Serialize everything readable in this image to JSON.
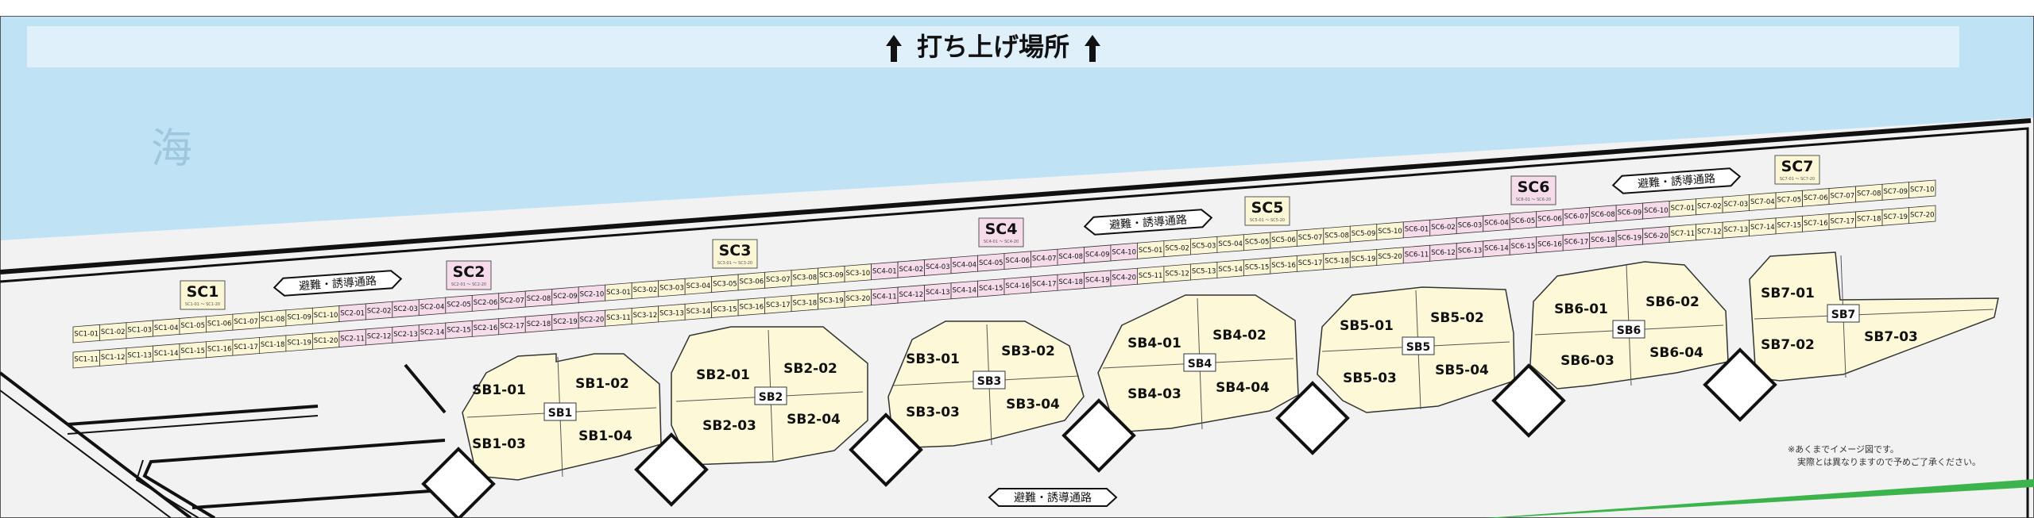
{
  "banner": {
    "title": "打ち上げ場所",
    "arrow": "up-arrow-icon"
  },
  "sea_label": "海",
  "sc_rows": {
    "row1": [
      "SC1-01",
      "SC1-02",
      "SC1-03",
      "SC1-04",
      "SC1-05",
      "SC1-06",
      "SC1-07",
      "SC1-08",
      "SC1-09",
      "SC1-10",
      "SC2-01",
      "SC2-02",
      "SC2-03",
      "SC2-04",
      "SC2-05",
      "SC2-06",
      "SC2-07",
      "SC2-08",
      "SC2-09",
      "SC2-10",
      "SC3-01",
      "SC3-02",
      "SC3-03",
      "SC3-04",
      "SC3-05",
      "SC3-06",
      "SC3-07",
      "SC3-08",
      "SC3-09",
      "SC3-10",
      "SC4-01",
      "SC4-02",
      "SC4-03",
      "SC4-04",
      "SC4-05",
      "SC4-06",
      "SC4-07",
      "SC4-08",
      "SC4-09",
      "SC4-10",
      "SC5-01",
      "SC5-02",
      "SC5-03",
      "SC5-04",
      "SC5-05",
      "SC5-06",
      "SC5-07",
      "SC5-08",
      "SC5-09",
      "SC5-10",
      "SC6-01",
      "SC6-02",
      "SC6-03",
      "SC6-04",
      "SC6-05",
      "SC6-06",
      "SC6-07",
      "SC6-08",
      "SC6-09",
      "SC6-10",
      "SC7-01",
      "SC7-02",
      "SC7-03",
      "SC7-04",
      "SC7-05",
      "SC7-06",
      "SC7-07",
      "SC7-08",
      "SC7-09",
      "SC7-10"
    ],
    "row2": [
      "SC1-11",
      "SC1-12",
      "SC1-13",
      "SC1-14",
      "SC1-15",
      "SC1-16",
      "SC1-17",
      "SC1-18",
      "SC1-19",
      "SC1-20",
      "SC2-11",
      "SC2-12",
      "SC2-13",
      "SC2-14",
      "SC2-15",
      "SC2-16",
      "SC2-17",
      "SC2-18",
      "SC2-19",
      "SC2-20",
      "SC3-11",
      "SC3-12",
      "SC3-13",
      "SC3-14",
      "SC3-15",
      "SC3-16",
      "SC3-17",
      "SC3-18",
      "SC3-19",
      "SC3-20",
      "SC4-11",
      "SC4-12",
      "SC4-13",
      "SC4-14",
      "SC4-15",
      "SC4-16",
      "SC4-17",
      "SC4-18",
      "SC4-19",
      "SC4-20",
      "SC5-11",
      "SC5-12",
      "SC5-13",
      "SC5-14",
      "SC5-15",
      "SC5-16",
      "SC5-17",
      "SC5-18",
      "SC5-19",
      "SC5-20",
      "SC6-11",
      "SC6-12",
      "SC6-13",
      "SC6-14",
      "SC6-15",
      "SC6-16",
      "SC6-17",
      "SC6-18",
      "SC6-19",
      "SC6-20",
      "SC7-11",
      "SC7-12",
      "SC7-13",
      "SC7-14",
      "SC7-15",
      "SC7-16",
      "SC7-17",
      "SC7-18",
      "SC7-19",
      "SC7-20"
    ]
  },
  "sc_labels": [
    {
      "name": "SC1",
      "range": "SC1-01 〜 SC1-20"
    },
    {
      "name": "SC2",
      "range": "SC2-01 〜 SC2-20"
    },
    {
      "name": "SC3",
      "range": "SC3-01 〜 SC3-20"
    },
    {
      "name": "SC4",
      "range": "SC4-01 〜 SC4-20"
    },
    {
      "name": "SC5",
      "range": "SC5-01 〜 SC5-20"
    },
    {
      "name": "SC6",
      "range": "SC6-01 〜 SC6-20"
    },
    {
      "name": "SC7",
      "range": "SC7-01 〜 SC7-20"
    }
  ],
  "sb_blocks": [
    {
      "name": "SB1",
      "cells": [
        "SB1-01",
        "SB1-02",
        "SB1-03",
        "SB1-04"
      ]
    },
    {
      "name": "SB2",
      "cells": [
        "SB2-01",
        "SB2-02",
        "SB2-03",
        "SB2-04"
      ]
    },
    {
      "name": "SB3",
      "cells": [
        "SB3-01",
        "SB3-02",
        "SB3-03",
        "SB3-04"
      ]
    },
    {
      "name": "SB4",
      "cells": [
        "SB4-01",
        "SB4-02",
        "SB4-03",
        "SB4-04"
      ]
    },
    {
      "name": "SB5",
      "cells": [
        "SB5-01",
        "SB5-02",
        "SB5-03",
        "SB5-04"
      ]
    },
    {
      "name": "SB6",
      "cells": [
        "SB6-01",
        "SB6-02",
        "SB6-03",
        "SB6-04"
      ]
    },
    {
      "name": "SB7",
      "cells": [
        "SB7-01",
        "SB7-02",
        "SB7-03"
      ]
    }
  ],
  "evac_label": "避難・誘導通路",
  "notes": [
    "※あくまでイメージ図です。",
    "実際とは異なりますので予めご了承ください。"
  ],
  "colors": {
    "sea": "#bfe3f5",
    "banner": "#dff0fb",
    "ground": "#f2f2f2",
    "sc_cream": "#fbf7d6",
    "sc_pink": "#f6dceb",
    "sb_fill": "#fdf9d8",
    "green": "#3cb44b"
  }
}
